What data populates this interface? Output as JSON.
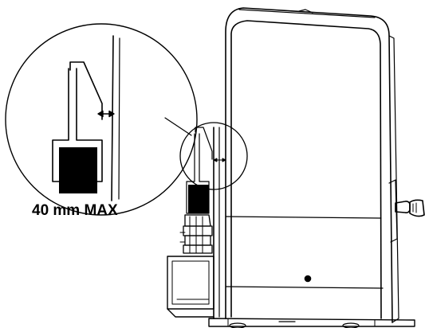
{
  "diagram": {
    "callout_label": "40 mm MAX",
    "colors": {
      "line": "#000000",
      "fill": "#000000",
      "background": "#ffffff"
    },
    "icons": [
      "gate-motor-housing",
      "magnifier-callout",
      "double-arrow-gap-indicator",
      "release-key",
      "gear-rack"
    ]
  }
}
